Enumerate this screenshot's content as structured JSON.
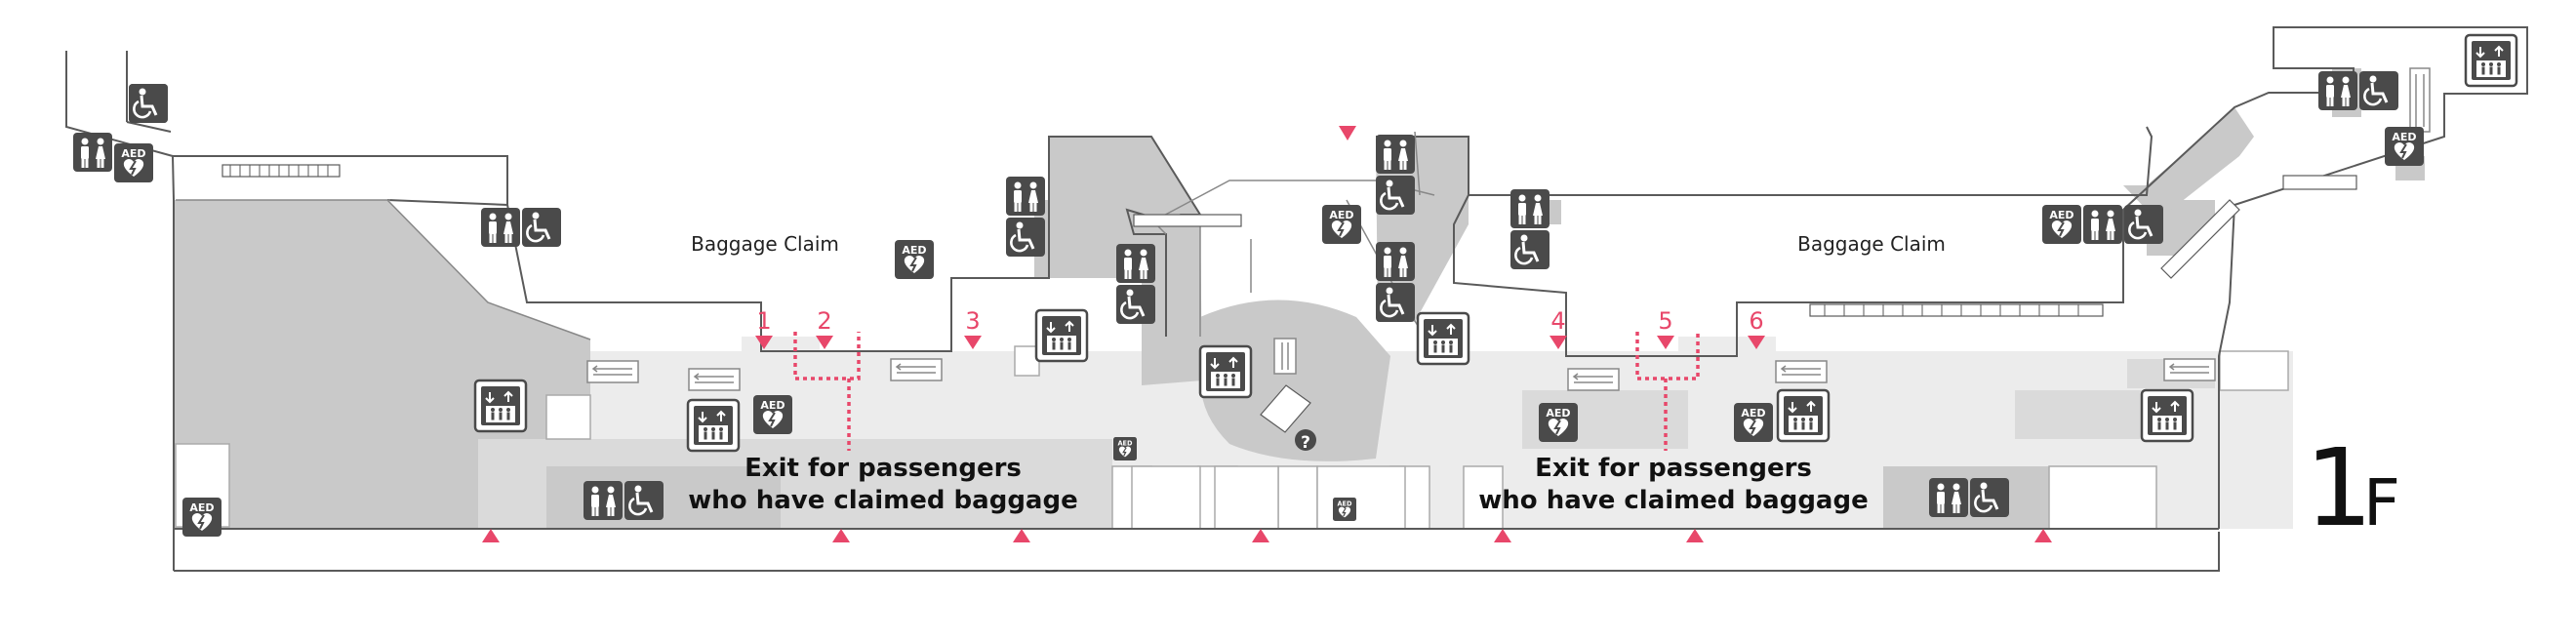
{
  "map": {
    "floor": {
      "number": "1",
      "letter": "F"
    },
    "areas": [
      {
        "id": "claim-west",
        "label": "Baggage Claim"
      },
      {
        "id": "claim-east",
        "label": "Baggage Claim"
      }
    ],
    "exit_numbers": [
      "1",
      "2",
      "3",
      "4",
      "5",
      "6"
    ],
    "exit_notes": [
      {
        "line1": "Exit for passengers",
        "line2": "who have claimed baggage"
      },
      {
        "line1": "Exit for passengers",
        "line2": "who have claimed baggage"
      }
    ],
    "icon_labels": {
      "aed": "AED",
      "info": "?"
    },
    "colors": {
      "accent": "#e8476a",
      "icon_dark": "#4a4a4a",
      "wall": "#5a5a5a",
      "service_area": "#c9c9c9",
      "public_area": "#ececec"
    }
  }
}
